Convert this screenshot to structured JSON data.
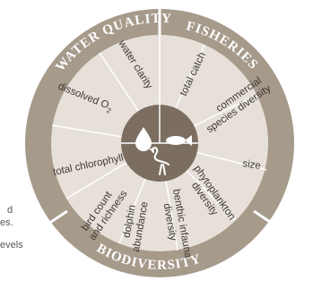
{
  "ring": {
    "water_quality": "WATER QUALITY",
    "fisheries": "FISHERIES",
    "biodiversity": "BIODIVERSITY"
  },
  "segments": {
    "water_clarity": "water clarity",
    "dissolved_o2": "dissolved O",
    "dissolved_o2_sub": "2",
    "total_chlorophyll": "total chlorophyll",
    "total_catch": "total catch",
    "commercial_line1": "commercial",
    "commercial_line2": "species diversity",
    "size": "size",
    "phyto_line1": "phytoplankton",
    "phyto_line2": "diversity",
    "benthic_line1": "benthic infauna",
    "benthic_line2": "diversity",
    "dolphin_line1": "dolphin",
    "dolphin_line2": "abundance",
    "bird_line1": "bird count",
    "bird_line2": "and richness"
  },
  "side_fragments": {
    "frag1": "d",
    "frag2": "es.",
    "frag3": "evels"
  },
  "colors": {
    "wedge_fill": "#e6e0d8",
    "ring_fill": "#a69a8b",
    "center_fill": "#7b6e60",
    "divider": "#ffffff"
  },
  "icons": [
    "water-drop-icon",
    "fish-icon",
    "wading-bird-icon"
  ]
}
